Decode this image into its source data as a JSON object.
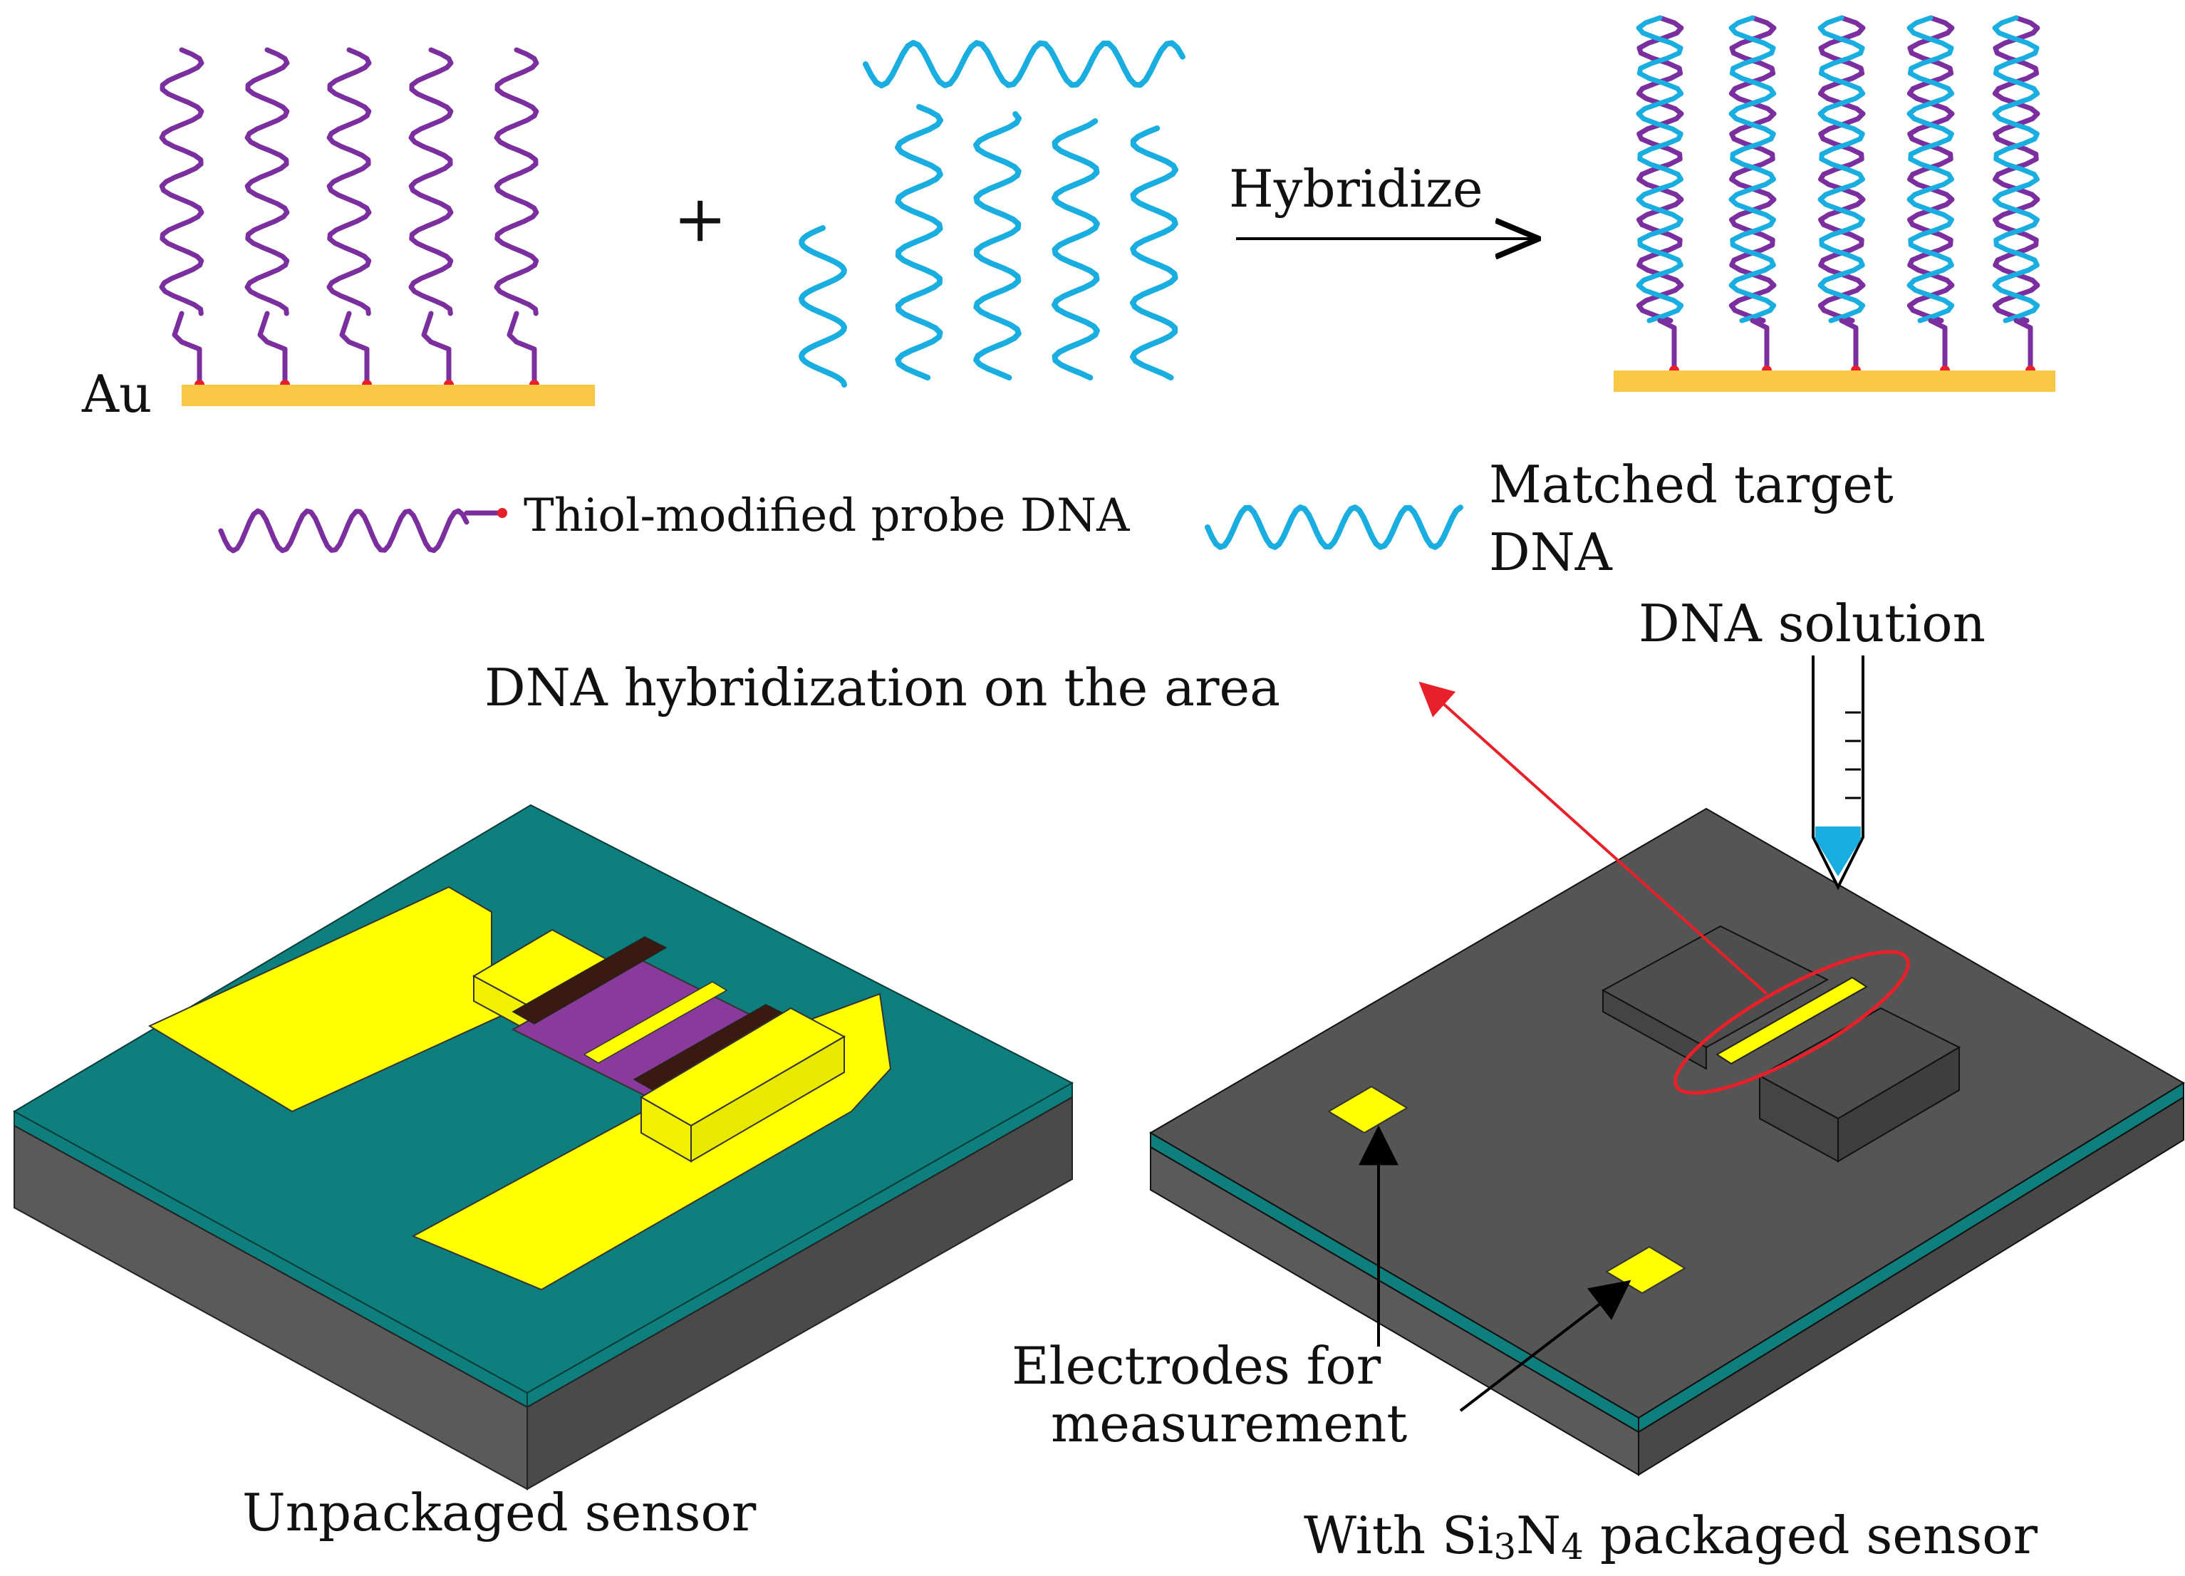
{
  "labels": {
    "au": "Au",
    "plus": "+",
    "hybridize": "Hybridize",
    "legend_probe": "Thiol-modified probe DNA",
    "legend_target_line1": "Matched target",
    "legend_target_line2": "DNA",
    "dna_solution": "DNA solution",
    "hybridization_area": "DNA hybridization on the area",
    "electrodes_line1": "Electrodes for",
    "electrodes_line2": "measurement",
    "unpackaged": "Unpackaged sensor",
    "packaged_prefix": "With Si",
    "packaged_sub1": "3",
    "packaged_mid": "N",
    "packaged_sub2": "4",
    "packaged_suffix": " packaged sensor"
  },
  "colors": {
    "probe_dna": "#7B2E9E",
    "target_dna": "#1AAEE0",
    "gold": "#F8C845",
    "thiol_dot": "#E8202A",
    "substrate_teal": "#0E7F7C",
    "substrate_gray": "#5A5A5A",
    "electrode_yellow": "#FFFF00",
    "channel_purple": "#8A3A9A",
    "channel_brown": "#3A1A10",
    "si3n4_gray": "#555555",
    "pointer_red": "#E8202A",
    "solution_blue": "#1AAEE0"
  }
}
